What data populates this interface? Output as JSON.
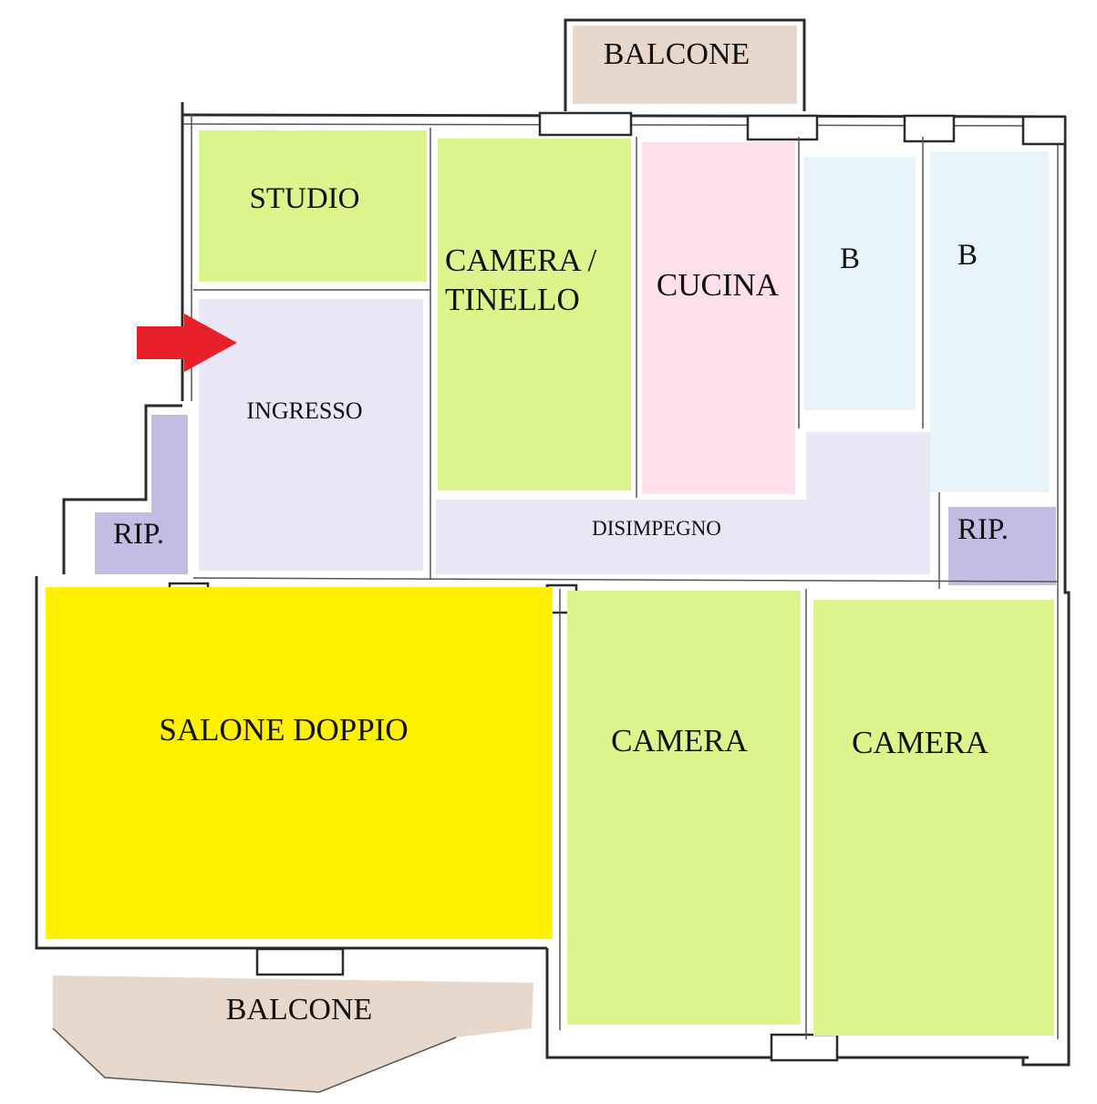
{
  "colors": {
    "green": "#dcf48c",
    "yellow": "#fff000",
    "pink": "#ffdfe8",
    "light_blue": "#e7f4fa",
    "lavender": "#e9e6f6",
    "purple": "#c4bde3",
    "tan": "#e8d8cb",
    "arrow_red": "#e8202a"
  },
  "rooms": {
    "balcone_top": "BALCONE",
    "studio": "STUDIO",
    "camera_tinello_line1": "CAMERA /",
    "camera_tinello_line2": "TINELLO",
    "cucina": "CUCINA",
    "bagno_1": "B",
    "bagno_2": "B",
    "ingresso": "INGRESSO",
    "disimpegno": "DISIMPEGNO",
    "rip_left": "RIP.",
    "rip_right": "RIP.",
    "salone": "SALONE DOPPIO",
    "camera_1": "CAMERA",
    "camera_2": "CAMERA",
    "balcone_bottom": "BALCONE"
  },
  "entrance_arrow_icon": "arrow-right-icon"
}
